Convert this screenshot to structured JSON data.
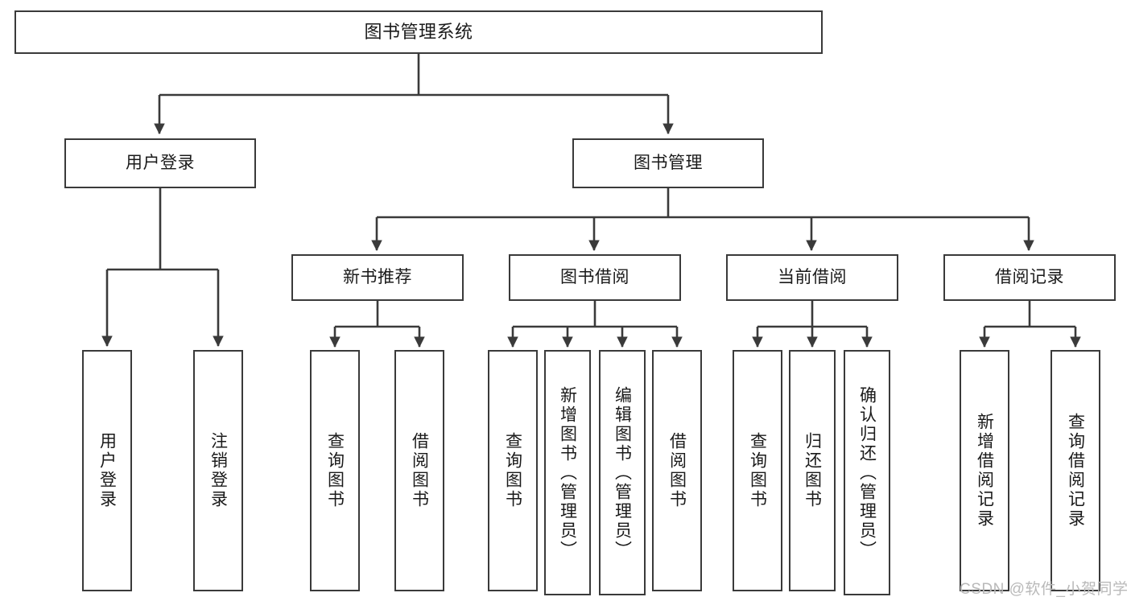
{
  "diagram": {
    "title": "图书管理系统",
    "type": "tree-hierarchy-chart",
    "stroke_color": "#3a3a3a",
    "fill_color": "#ffffff",
    "text_color": "#1a1a1a",
    "watermark_color": "#b9b9b9"
  },
  "watermark": {
    "text": "CSDN @软件_小贺同学"
  },
  "nodes": {
    "root": {
      "label": "图书管理系统"
    },
    "level1": [
      {
        "label": "用户登录"
      },
      {
        "label": "图书管理"
      }
    ],
    "level2": [
      {
        "label": "新书推荐"
      },
      {
        "label": "图书借阅"
      },
      {
        "label": "当前借阅"
      },
      {
        "label": "借阅记录"
      }
    ],
    "leaves_user_login": [
      {
        "label": "用户登录"
      },
      {
        "label": "注销登录"
      }
    ],
    "leaves_new_book": [
      {
        "label": "查询图书"
      },
      {
        "label": "借阅图书"
      }
    ],
    "leaves_borrow": [
      {
        "label": "查询图书"
      },
      {
        "label": "新增图书（管理员）"
      },
      {
        "label": "编辑图书（管理员）"
      },
      {
        "label": "借阅图书"
      }
    ],
    "leaves_current": [
      {
        "label": "查询图书"
      },
      {
        "label": "归还图书"
      },
      {
        "label": "确认归还（管理员）"
      }
    ],
    "leaves_record": [
      {
        "label": "新增借阅记录"
      },
      {
        "label": "查询借阅记录"
      }
    ]
  },
  "chart_data": {
    "type": "table",
    "title": "图书管理系统 功能结构图",
    "tree": {
      "name": "图书管理系统",
      "children": [
        {
          "name": "用户登录",
          "children": [
            {
              "name": "用户登录"
            },
            {
              "name": "注销登录"
            }
          ]
        },
        {
          "name": "图书管理",
          "children": [
            {
              "name": "新书推荐",
              "children": [
                {
                  "name": "查询图书"
                },
                {
                  "name": "借阅图书"
                }
              ]
            },
            {
              "name": "图书借阅",
              "children": [
                {
                  "name": "查询图书"
                },
                {
                  "name": "新增图书（管理员）"
                },
                {
                  "name": "编辑图书（管理员）"
                },
                {
                  "name": "借阅图书"
                }
              ]
            },
            {
              "name": "当前借阅",
              "children": [
                {
                  "name": "查询图书"
                },
                {
                  "name": "归还图书"
                },
                {
                  "name": "确认归还（管理员）"
                }
              ]
            },
            {
              "name": "借阅记录",
              "children": [
                {
                  "name": "新增借阅记录"
                },
                {
                  "name": "查询借阅记录"
                }
              ]
            }
          ]
        }
      ]
    }
  }
}
